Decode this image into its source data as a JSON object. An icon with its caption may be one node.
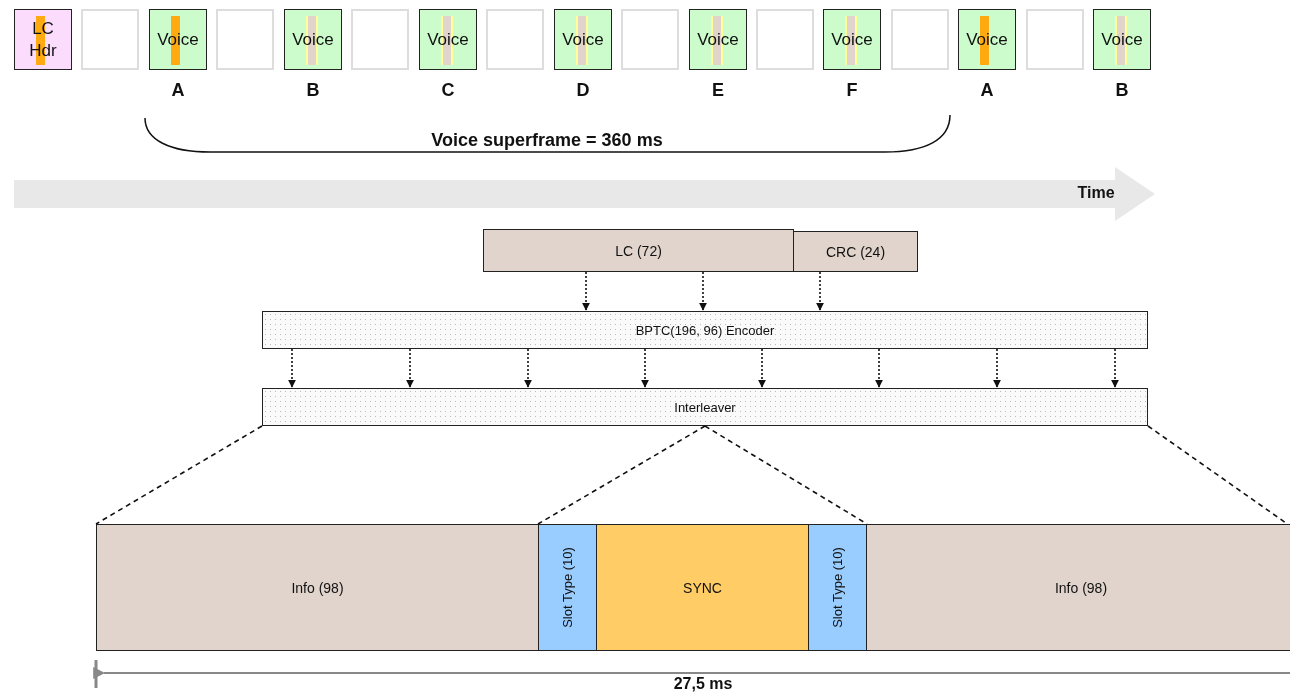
{
  "diagram": {
    "nodes": [
      {
        "text": [
          "LC Hdr"
        ]
      },
      {
        "text": [],
        "shape": "box"
      },
      {
        "text": [
          "Voice"
        ],
        "beside": [
          "A"
        ]
      },
      {
        "text": [],
        "shape": "box"
      },
      {
        "text": [
          "Voice"
        ],
        "beside": [
          "B"
        ]
      },
      {
        "text": [],
        "shape": "box"
      },
      {
        "text": [
          "Voice"
        ],
        "beside": [
          "C"
        ]
      },
      {
        "text": [],
        "shape": "box"
      },
      {
        "text": [
          "Voice"
        ],
        "beside": [
          "D"
        ]
      },
      {
        "text": [],
        "shape": "box"
      },
      {
        "text": [
          "Voice"
        ],
        "beside": [
          "E"
        ]
      },
      {
        "text": [],
        "shape": "box"
      },
      {
        "text": [
          "Voice"
        ],
        "beside": [
          "F"
        ]
      },
      {
        "text": [],
        "shape": "box"
      },
      {
        "text": [
          "Voice"
        ],
        "beside": [
          "A"
        ]
      },
      {
        "text": [],
        "shape": "box"
      },
      {
        "text": [
          "Voice"
        ],
        "beside": [
          "B"
        ]
      },
      {
        "text": [
          "LC (72)"
        ]
      },
      {
        "text": [
          "CRC (24)"
        ]
      },
      {
        "text": [
          "BPTC(196, 96) Encoder"
        ]
      },
      {
        "text": [
          "Interleaver"
        ]
      },
      {
        "text": [
          "Info (98)"
        ]
      },
      {
        "text": [
          "Slot Type (10)"
        ]
      },
      {
        "text": [
          "SYNC"
        ]
      },
      {
        "text": [
          "Slot Type (10)"
        ]
      },
      {
        "text": [
          "Info (98)"
        ]
      }
    ],
    "edges": [
      {
        "from": 17,
        "to": 19,
        "arrow": "to",
        "style": "dashed"
      },
      {
        "from": 17,
        "to": 19,
        "arrow": "to",
        "style": "dashed"
      },
      {
        "from": 18,
        "to": 19,
        "arrow": "to",
        "style": "dashed"
      },
      {
        "from": 19,
        "to": 20,
        "arrow": "to",
        "style": "dashed"
      },
      {
        "from": 19,
        "to": 20,
        "arrow": "to",
        "style": "dashed"
      },
      {
        "from": 19,
        "to": 20,
        "arrow": "to",
        "style": "dashed"
      },
      {
        "from": 19,
        "to": 20,
        "arrow": "to",
        "style": "dashed"
      },
      {
        "from": 19,
        "to": 20,
        "arrow": "to",
        "style": "dashed"
      },
      {
        "from": 19,
        "to": 20,
        "arrow": "to",
        "style": "dashed"
      },
      {
        "from": 19,
        "to": 20,
        "arrow": "to",
        "style": "dashed"
      },
      {
        "from": 19,
        "to": 20,
        "arrow": "to",
        "style": "dashed"
      },
      {
        "from": 20,
        "to": 21,
        "arrow": "none",
        "style": "dashed"
      },
      {
        "from": 20,
        "to": 22,
        "arrow": "none",
        "style": "dashed"
      },
      {
        "from": 20,
        "to": 24,
        "arrow": "none",
        "style": "dashed"
      },
      {
        "from": 20,
        "to": 25,
        "arrow": "none",
        "style": "dashed"
      }
    ],
    "labels": [
      "Voice superframe = 360 ms",
      "Time",
      "27,5 ms"
    ]
  }
}
